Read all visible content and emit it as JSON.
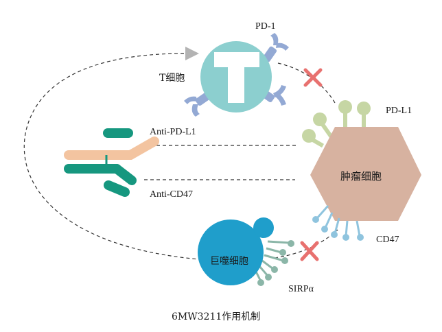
{
  "labels": {
    "pd1": "PD-1",
    "t_cell": "T细胞",
    "t_letter": "T",
    "pdl1": "PD-L1",
    "anti_pdl1": "Anti-PD-L1",
    "anti_cd47": "Anti-CD47",
    "tumor_cell": "肿瘤细胞",
    "cd47": "CD47",
    "macrophage": "巨噬细胞",
    "sirpa": "SIRPα",
    "caption": "6MW3211作用机制"
  },
  "colors": {
    "t_cell": "#8ccfcf",
    "pd1_receptor": "#93a9d4",
    "block_x": "#e8716f",
    "pdl1_ligand": "#c6d6a4",
    "tumor_cell": "#d7b2a0",
    "cd47_ligand": "#8fc4de",
    "macrophage": "#1f9ecb",
    "sirpa_receptor": "#8bb6a8",
    "antibody_dark": "#16977f",
    "antibody_light": "#f3c4a0",
    "dashed_line": "#333333",
    "arrow": "#b3b3b3"
  }
}
